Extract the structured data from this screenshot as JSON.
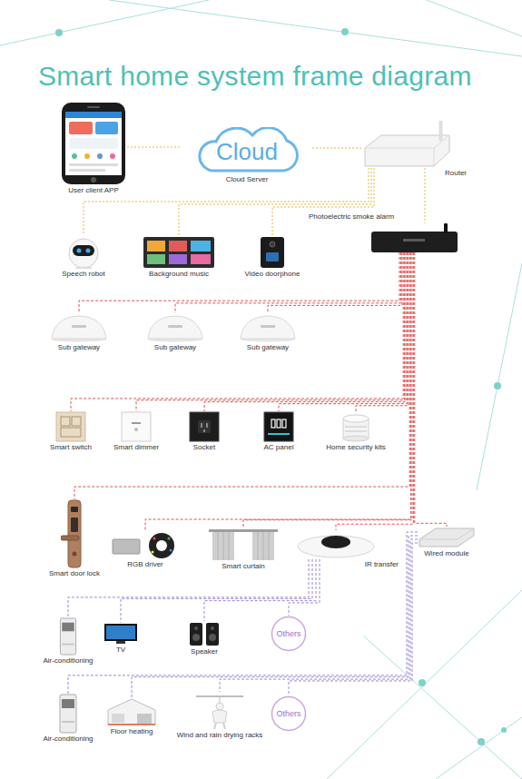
{
  "diagram": {
    "title": "Smart home system frame diagram",
    "nodes": [
      {
        "text": [
          "User client APP"
        ]
      },
      {
        "text": [
          "Cloud",
          "Cloud Server"
        ]
      },
      {
        "text": [
          "Router"
        ]
      },
      {
        "text": [
          "Photoelectric smoke alarm"
        ]
      },
      {
        "text": [
          "Speech robot"
        ]
      },
      {
        "text": [
          "Background music"
        ]
      },
      {
        "text": [
          "Video doorphone"
        ]
      },
      {
        "text": [
          "Sub gateway"
        ]
      },
      {
        "text": [
          "Sub gateway"
        ]
      },
      {
        "text": [
          "Sub gateway"
        ]
      },
      {
        "text": [
          "Smart switch"
        ]
      },
      {
        "text": [
          "Smart dimmer"
        ]
      },
      {
        "text": [
          "Socket"
        ]
      },
      {
        "text": [
          "AC panel"
        ]
      },
      {
        "text": [
          "Home security kits"
        ]
      },
      {
        "text": [
          "Smart door lock"
        ]
      },
      {
        "text": [
          "RGB driver"
        ]
      },
      {
        "text": [
          "Smart curtain"
        ]
      },
      {
        "text": [
          "IR transfer"
        ]
      },
      {
        "text": [
          "Wired module"
        ]
      },
      {
        "text": [
          "Air-conditioning"
        ]
      },
      {
        "text": [
          "TV"
        ]
      },
      {
        "text": [
          "Speaker"
        ]
      },
      {
        "text": [
          "Others"
        ]
      },
      {
        "text": [
          "Air-conditioning"
        ]
      },
      {
        "text": [
          "Floor heating"
        ]
      },
      {
        "text": [
          "Wind and rain drying racks"
        ]
      },
      {
        "text": [
          "Others"
        ]
      }
    ],
    "edges": [
      {
        "from": 0,
        "to": 1,
        "arrow": "none"
      },
      {
        "from": 1,
        "to": 2,
        "arrow": "none"
      },
      {
        "from": 2,
        "to": 3,
        "arrow": "none"
      },
      {
        "from": 2,
        "to": 4,
        "arrow": "none"
      },
      {
        "from": 2,
        "to": 5,
        "arrow": "none"
      },
      {
        "from": 2,
        "to": 6,
        "arrow": "none"
      },
      {
        "from": 3,
        "to": 7,
        "arrow": "none"
      },
      {
        "from": 3,
        "to": 8,
        "arrow": "none"
      },
      {
        "from": 3,
        "to": 9,
        "arrow": "none"
      },
      {
        "from": 3,
        "to": 10,
        "arrow": "none"
      },
      {
        "from": 3,
        "to": 11,
        "arrow": "none"
      },
      {
        "from": 3,
        "to": 12,
        "arrow": "none"
      },
      {
        "from": 3,
        "to": 13,
        "arrow": "none"
      },
      {
        "from": 3,
        "to": 14,
        "arrow": "none"
      },
      {
        "from": 3,
        "to": 15,
        "arrow": "none"
      },
      {
        "from": 3,
        "to": 16,
        "arrow": "none"
      },
      {
        "from": 3,
        "to": 17,
        "arrow": "none"
      },
      {
        "from": 3,
        "to": 18,
        "arrow": "none"
      },
      {
        "from": 3,
        "to": 19,
        "arrow": "none"
      },
      {
        "from": 18,
        "to": 20,
        "arrow": "none"
      },
      {
        "from": 18,
        "to": 21,
        "arrow": "none"
      },
      {
        "from": 18,
        "to": 22,
        "arrow": "none"
      },
      {
        "from": 18,
        "to": 23,
        "arrow": "none"
      },
      {
        "from": 19,
        "to": 24,
        "arrow": "none"
      },
      {
        "from": 19,
        "to": 25,
        "arrow": "none"
      },
      {
        "from": 19,
        "to": 26,
        "arrow": "none"
      },
      {
        "from": 19,
        "to": 27,
        "arrow": "none"
      }
    ]
  }
}
